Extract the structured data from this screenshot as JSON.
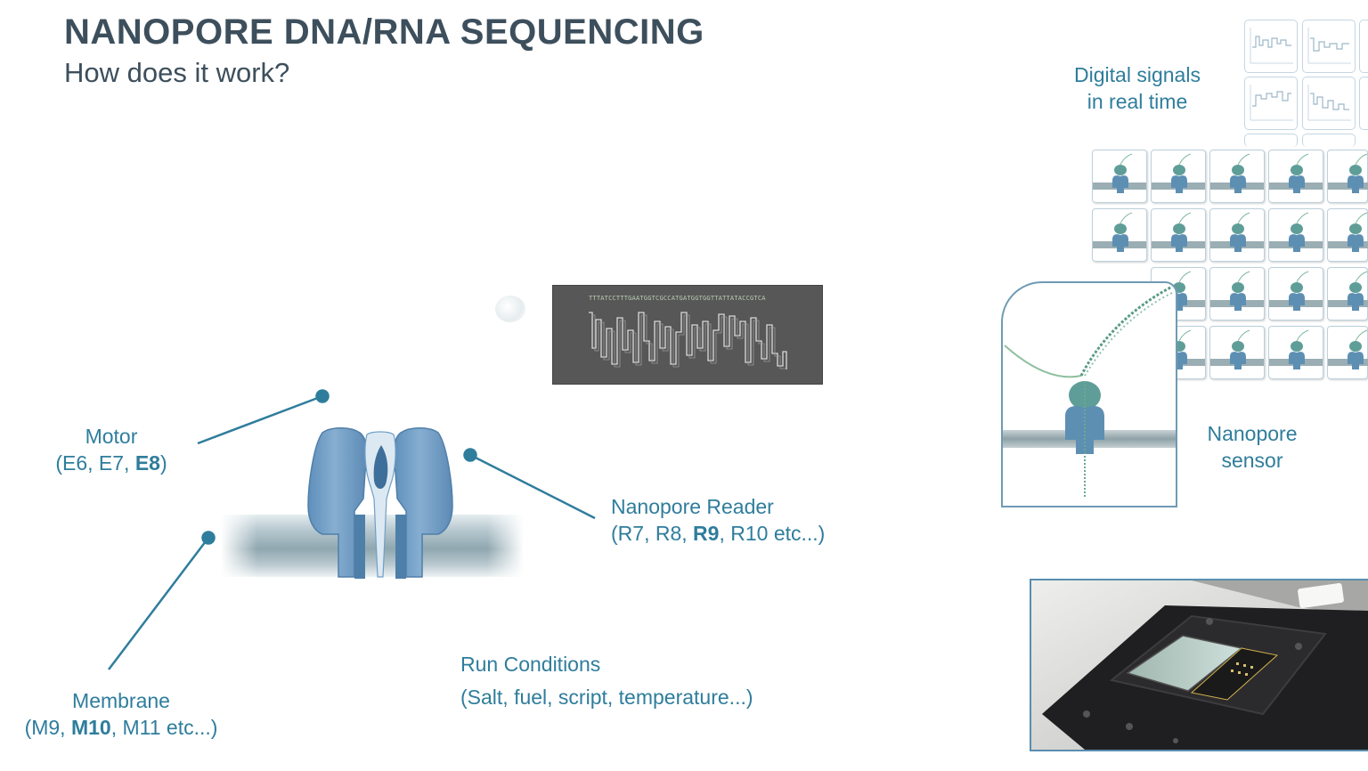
{
  "header": {
    "title": "NANOPORE DNA/RNA SEQUENCING",
    "subtitle": "How does it work?"
  },
  "labels": {
    "digital_signals": [
      "Digital signals",
      "in real time"
    ],
    "nanopore_sensor": [
      "Nanopore",
      "sensor"
    ],
    "motor": {
      "name": "Motor",
      "open": "(",
      "plain": "E6, E7, ",
      "bold": "E8",
      "close": ")"
    },
    "reader": {
      "name": "Nanopore Reader",
      "open": "(",
      "pre": "R7, R8, ",
      "bold": "R9",
      "post": ", R10 etc...)"
    },
    "membrane": {
      "name": "Membrane",
      "open": "(",
      "pre": "M9, ",
      "bold": "M10",
      "post": ", M11 etc...)"
    },
    "run_conditions": {
      "name": "Run Conditions",
      "detail": "(Salt, fuel, script, temperature...)"
    }
  },
  "signal_panel": {
    "sequence": "TTTATCCTTTGAATGGTCGCCATGATGGTGGTTATTATACCGTCA"
  },
  "colors": {
    "accent": "#2f7d9c",
    "title": "#3d4f5c",
    "pore": "#6f9fc6",
    "pore_dark": "#4f7fa8",
    "membrane": "#9fb6bf",
    "signal_bg": "#575757"
  }
}
